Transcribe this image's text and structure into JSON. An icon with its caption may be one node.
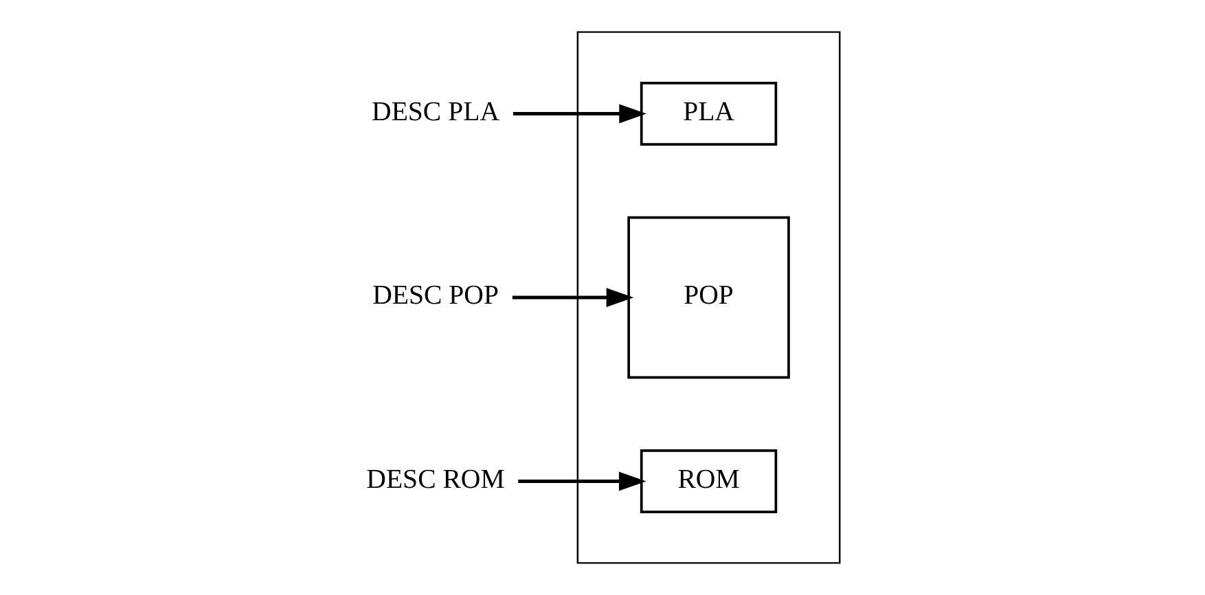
{
  "diagram": {
    "nodes": [
      {
        "text": [
          "DESC PLA"
        ]
      },
      {
        "text": [],
        "shape": "box"
      },
      {
        "text": [
          "PLA"
        ],
        "in": 1
      },
      {
        "text": [
          "POP"
        ],
        "in": 1
      },
      {
        "text": [
          "ROM"
        ],
        "in": 1
      },
      {
        "text": [
          "DESC POP"
        ]
      },
      {
        "text": [
          "DESC ROM"
        ]
      }
    ],
    "edges": [
      {
        "from": 0,
        "to": 2,
        "arrow": "to"
      },
      {
        "from": 5,
        "to": 3,
        "arrow": "to"
      },
      {
        "from": 6,
        "to": 4,
        "arrow": "to"
      }
    ]
  }
}
